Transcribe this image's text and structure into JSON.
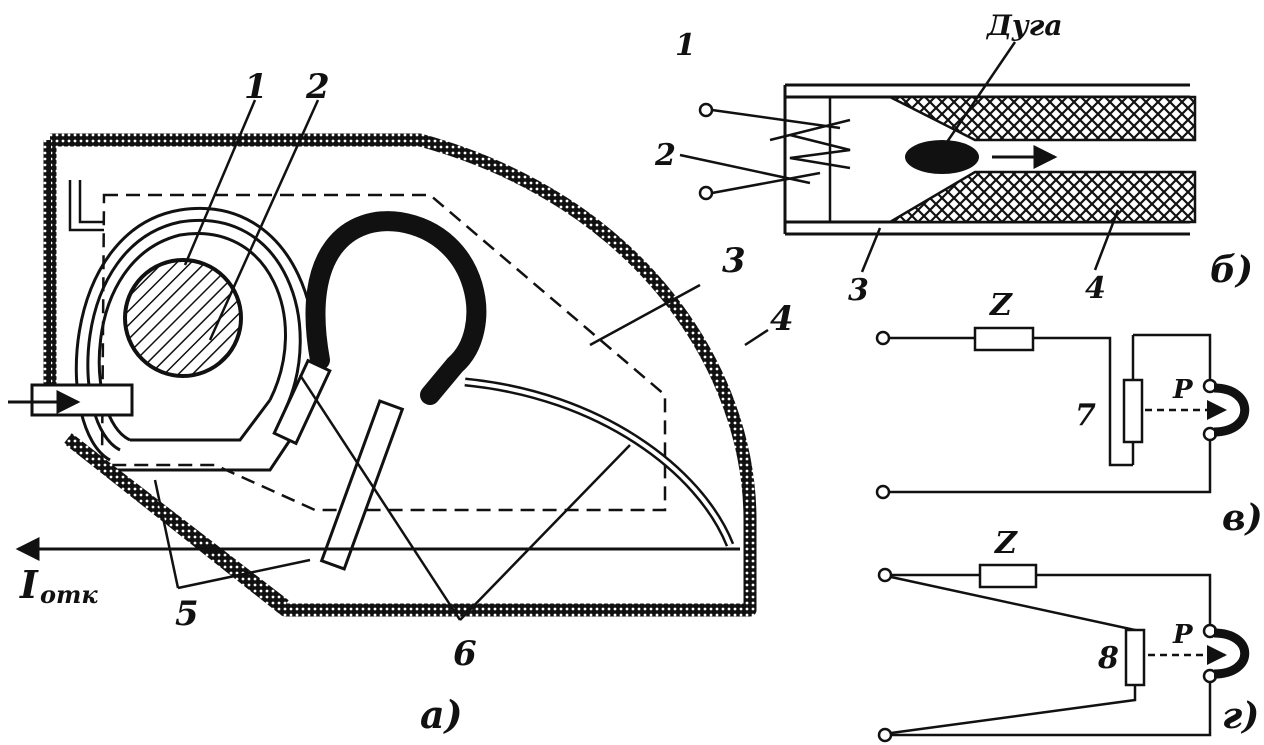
{
  "figure_a": {
    "caption": "а)",
    "callouts": [
      "1",
      "2",
      "3",
      "4",
      "5",
      "6"
    ],
    "current_label_main": "I",
    "current_label_sub": "отк"
  },
  "figure_b": {
    "caption": "б)",
    "arc_label": "Дуга",
    "callouts": [
      "1",
      "2",
      "3",
      "4"
    ]
  },
  "figure_v": {
    "caption": "в)",
    "impedance_label": "Z",
    "element_label": "7",
    "contact_label": "P"
  },
  "figure_g": {
    "caption": "г)",
    "impedance_label": "Z",
    "element_label": "8",
    "contact_label": "P"
  }
}
